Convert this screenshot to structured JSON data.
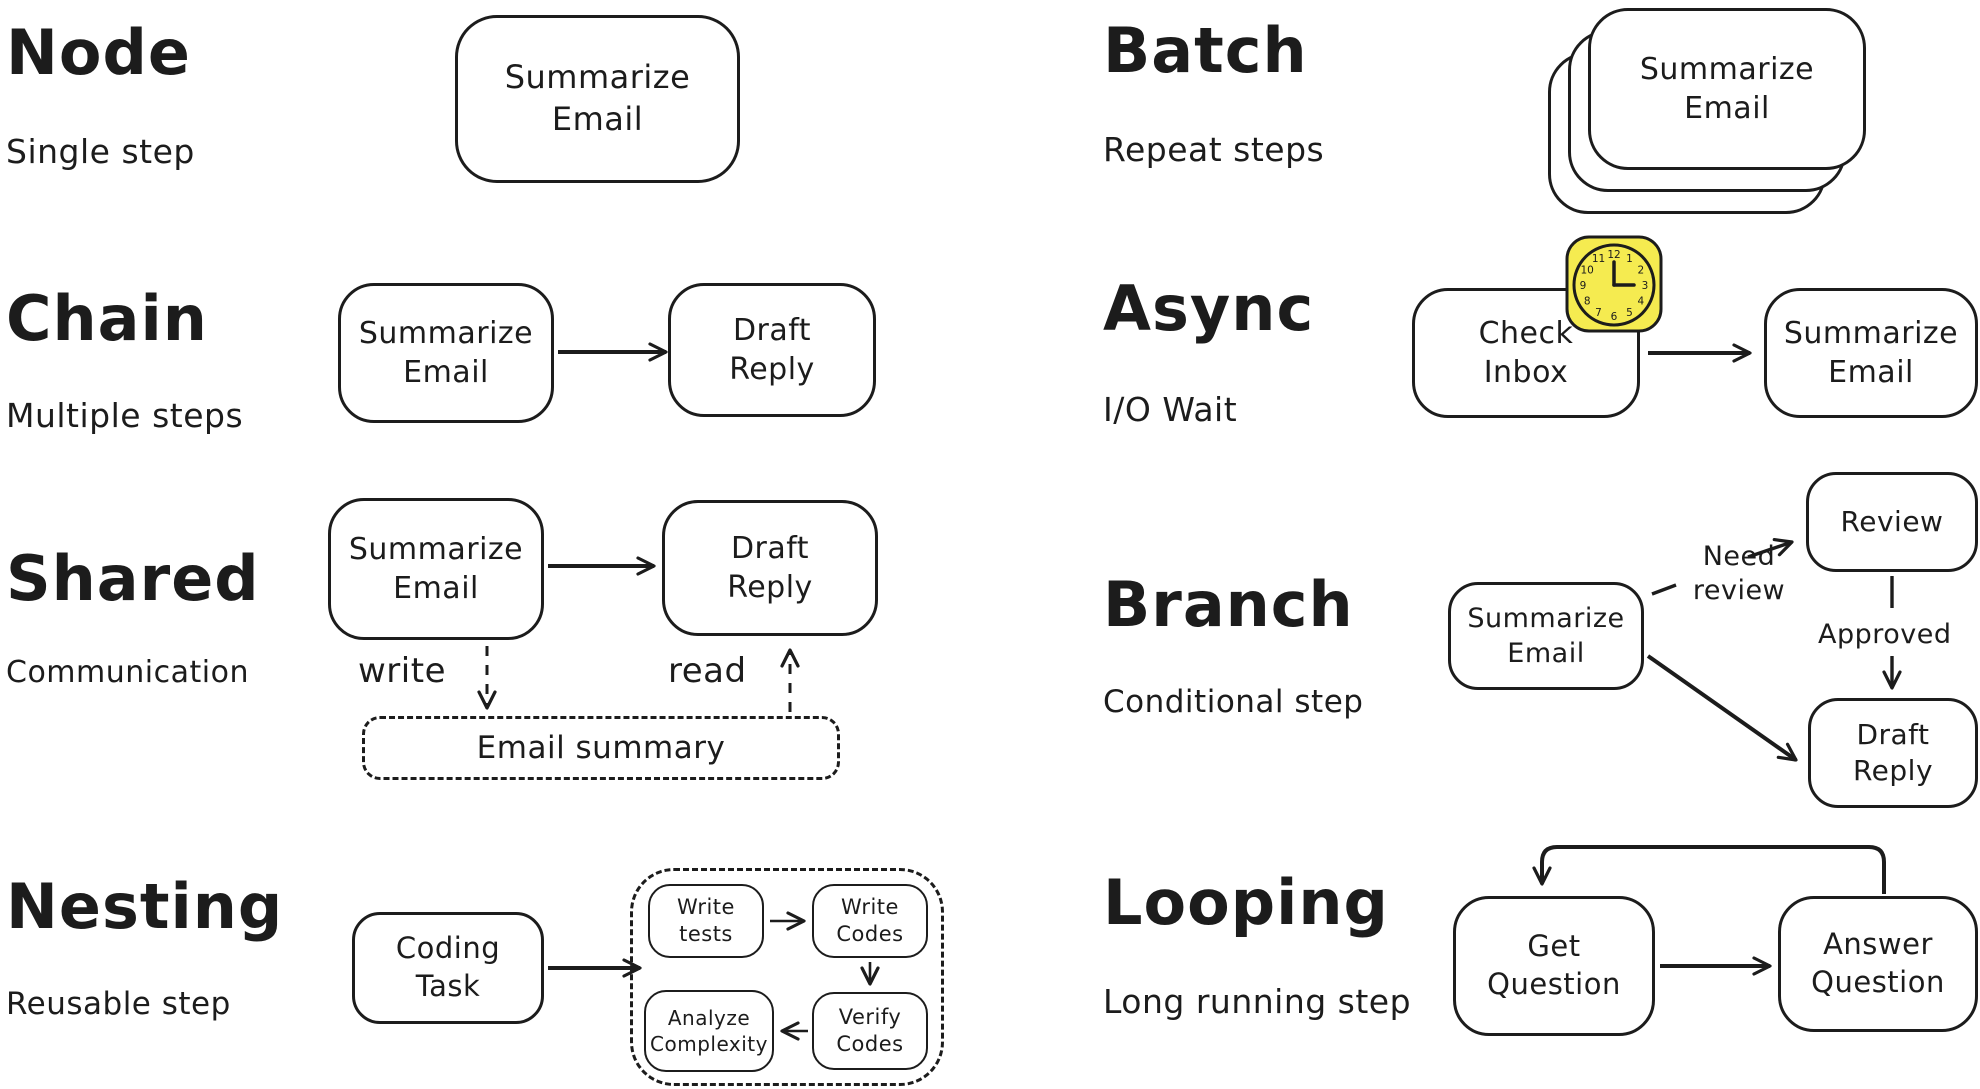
{
  "canvas": {
    "background": "#ffffff",
    "ink": "#1c1c1c",
    "sticky_yellow": "#f5eb50"
  },
  "sections": {
    "node": {
      "title": "Node",
      "subtitle": "Single step",
      "box": "Summarize\nEmail"
    },
    "chain": {
      "title": "Chain",
      "subtitle": "Multiple steps",
      "box1": "Summarize\nEmail",
      "box2": "Draft\nReply"
    },
    "shared": {
      "title": "Shared",
      "subtitle": "Communication",
      "box1": "Summarize\nEmail",
      "box2": "Draft\nReply",
      "write_label": "write",
      "read_label": "read",
      "store_label": "Email summary"
    },
    "nesting": {
      "title": "Nesting",
      "subtitle": "Reusable step",
      "box": "Coding\nTask",
      "inner_top_left": "Write\ntests",
      "inner_top_right": "Write\nCodes",
      "inner_bottom_left": "Analyze\nComplexity",
      "inner_bottom_right": "Verify\nCodes"
    },
    "batch": {
      "title": "Batch",
      "subtitle": "Repeat steps",
      "box": "Summarize\nEmail"
    },
    "async": {
      "title": "Async",
      "subtitle": "I/O Wait",
      "box1": "Check\nInbox",
      "box2": "Summarize\nEmail",
      "clock_numerals": [
        "12",
        "1",
        "2",
        "3",
        "4",
        "5",
        "6",
        "7",
        "8",
        "9",
        "10",
        "11"
      ]
    },
    "branch": {
      "title": "Branch",
      "subtitle": "Conditional step",
      "box1": "Summarize\nEmail",
      "box2": "Review",
      "box3": "Draft\nReply",
      "label_need_review": "Need\nreview",
      "label_approved": "Approved"
    },
    "looping": {
      "title": "Looping",
      "subtitle": "Long running step",
      "box1": "Get\nQuestion",
      "box2": "Answer\nQuestion"
    }
  }
}
